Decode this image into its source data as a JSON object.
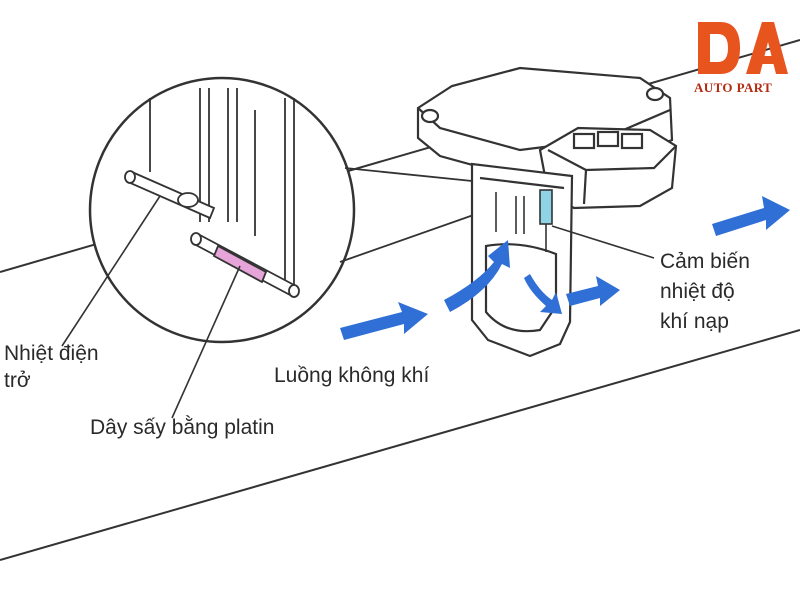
{
  "logo": {
    "mark": "DA",
    "subtitle": "AUTO PART",
    "colors": {
      "primary": "#e8541e",
      "secondary": "#b22a10"
    }
  },
  "labels": {
    "hot_wire_resistor": [
      "Nhiệt điện",
      "trở"
    ],
    "platinum_heater": "Dây sấy bằng platin",
    "airflow": "Luồng không khí",
    "intake_temp_sensor": [
      "Cảm biến",
      "nhiệt độ",
      "khí nạp"
    ]
  },
  "colors": {
    "outline": "#333333",
    "airflow_arrow": "#2f6fd6",
    "heater_element": "#e6a4d8",
    "temp_sensor": "#8fd4e6"
  }
}
